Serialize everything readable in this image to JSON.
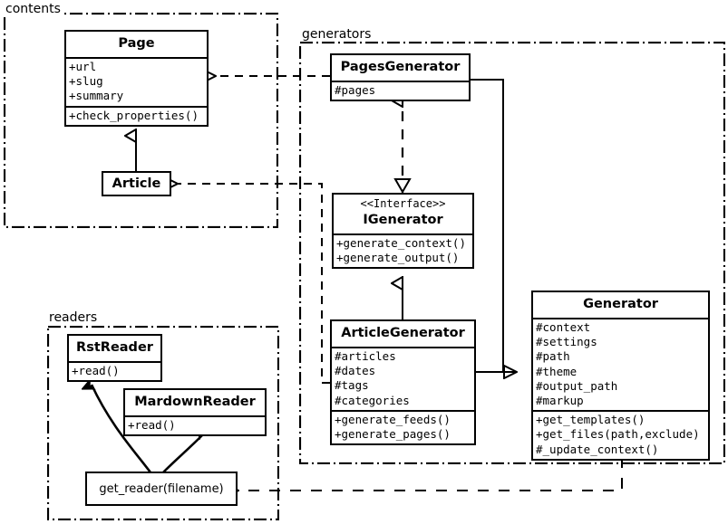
{
  "diagram": {
    "type": "uml-class-diagram",
    "packages": [
      {
        "id": "contents",
        "label": "contents"
      },
      {
        "id": "generators",
        "label": "generators"
      },
      {
        "id": "readers",
        "label": "readers"
      }
    ],
    "classes": [
      {
        "id": "page",
        "name": "Page",
        "stereotype": "",
        "attributes": [
          "+url",
          "+slug",
          "+summary"
        ],
        "operations": [
          "+check_properties()"
        ]
      },
      {
        "id": "article",
        "name": "Article",
        "stereotype": "",
        "attributes": [],
        "operations": []
      },
      {
        "id": "pages-generator",
        "name": "PagesGenerator",
        "stereotype": "",
        "attributes": [
          "#pages"
        ],
        "operations": []
      },
      {
        "id": "igenerator",
        "name": "IGenerator",
        "stereotype": "<<Interface>>",
        "attributes": [],
        "operations": [
          "+generate_context()",
          "+generate_output()"
        ]
      },
      {
        "id": "article-generator",
        "name": "ArticleGenerator",
        "stereotype": "",
        "attributes": [
          "#articles",
          "#dates",
          "#tags",
          "#categories"
        ],
        "operations": [
          "+generate_feeds()",
          "+generate_pages()"
        ]
      },
      {
        "id": "generator",
        "name": "Generator",
        "stereotype": "",
        "attributes": [
          "#context",
          "#settings",
          "#path",
          "#theme",
          "#output_path",
          "#markup"
        ],
        "operations": [
          "+get_templates()",
          "+get_files(path,exclude)",
          "#_update_context()"
        ]
      },
      {
        "id": "rst-reader",
        "name": "RstReader",
        "stereotype": "",
        "attributes": [],
        "operations": [
          "+read()"
        ]
      },
      {
        "id": "mardown-reader",
        "name": "MardownReader",
        "stereotype": "",
        "attributes": [],
        "operations": [
          "+read()"
        ]
      },
      {
        "id": "get-reader",
        "name": "get_reader(filename)",
        "stereotype": "",
        "attributes": [],
        "operations": []
      }
    ],
    "relationships": [
      {
        "from": "article",
        "to": "page",
        "kind": "generalization"
      },
      {
        "from": "pages-generator",
        "to": "page",
        "kind": "dependency"
      },
      {
        "from": "article-generator",
        "to": "article",
        "kind": "dependency"
      },
      {
        "from": "pages-generator",
        "to": "igenerator",
        "kind": "realization"
      },
      {
        "from": "article-generator",
        "to": "igenerator",
        "kind": "generalization"
      },
      {
        "from": "pages-generator",
        "to": "generator",
        "kind": "generalization"
      },
      {
        "from": "article-generator",
        "to": "generator",
        "kind": "generalization"
      },
      {
        "from": "generator",
        "to": "get-reader",
        "kind": "dependency"
      },
      {
        "from": "get-reader",
        "to": "rst-reader",
        "kind": "creates"
      },
      {
        "from": "get-reader",
        "to": "mardown-reader",
        "kind": "creates"
      }
    ],
    "colors": {
      "stroke": "#000000",
      "fill": "#ffffff"
    }
  }
}
